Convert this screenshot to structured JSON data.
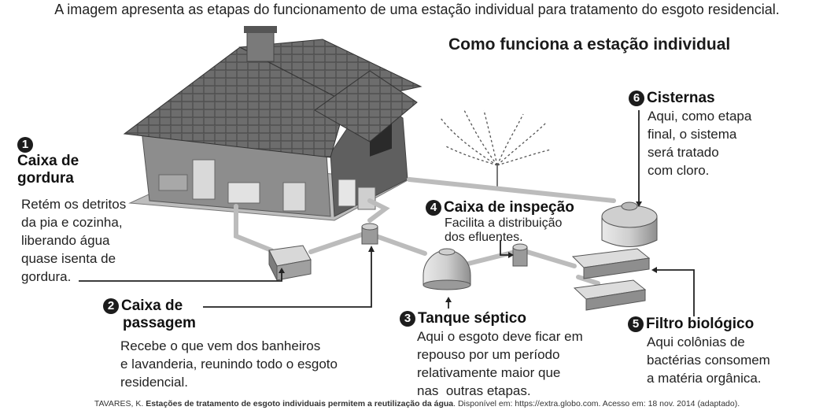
{
  "intro": "A imagem apresenta as etapas do funcionamento de uma estação individual para tratamento do esgoto residencial.",
  "title": "Como funciona a estação individual",
  "steps": [
    {
      "number": "1",
      "name_line1": "Caixa de",
      "name_line2": "gordura",
      "desc": [
        "Retém os detritos",
        "da pia e cozinha,",
        "liberando água",
        "quase isenta de",
        "gordura."
      ]
    },
    {
      "number": "2",
      "name_line1": "Caixa de",
      "name_line2": "passagem",
      "desc": [
        "Recebe o que vem dos banheiros",
        "e lavanderia, reunindo todo o esgoto",
        "residencial."
      ]
    },
    {
      "number": "3",
      "name": "Tanque séptico",
      "desc": [
        "Aqui o esgoto deve ficar em",
        "repouso por um período",
        "relativamente maior que",
        "nas  outras etapas."
      ]
    },
    {
      "number": "4",
      "name": "Caixa de inspeção",
      "desc": [
        "Facilita a distribuição",
        "dos efluentes."
      ]
    },
    {
      "number": "5",
      "name": "Filtro biológico",
      "desc": [
        "Aqui colônias de",
        "bactérias consomem",
        "a matéria orgânica."
      ]
    },
    {
      "number": "6",
      "name": "Cisternas",
      "desc": [
        "Aqui, como etapa",
        "final, o sistema",
        "será tratado",
        "com cloro."
      ]
    }
  ],
  "source": {
    "author": "TAVARES, K. ",
    "work": "Estações de tratamento de esgoto individuais permitem a reutilização da água",
    "rest": ". Disponível em: https://extra.globo.com. Acesso em: 18 nov. 2014 (adaptado)."
  }
}
